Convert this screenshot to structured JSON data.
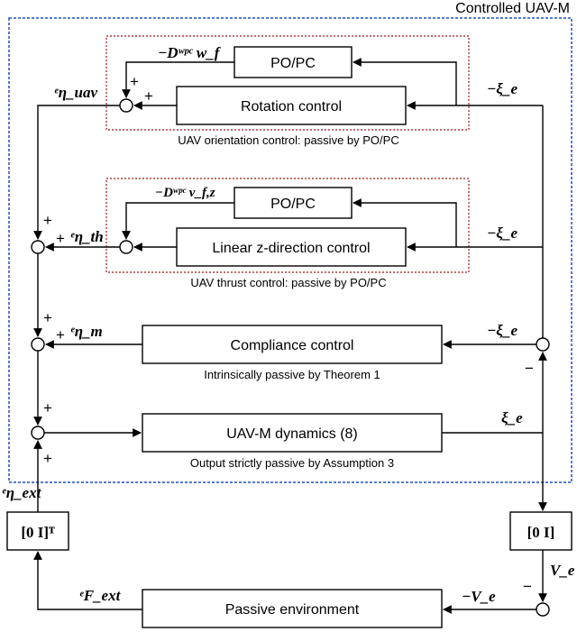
{
  "outer_title": "Controlled UAV-M",
  "colors": {
    "outer_frame": "#1f4fc4",
    "group_frame": "#a31515"
  },
  "blocks": {
    "po_pc_top": "PO/PC",
    "rotation": "Rotation control",
    "po_pc_mid": "PO/PC",
    "linear_z": "Linear z-direction control",
    "compliance": "Compliance control",
    "dynamics": "UAV-M dynamics (8)",
    "transpose_left": "[0  I]ᵀ",
    "selector_right": "[0  I]",
    "environment": "Passive environment"
  },
  "captions": {
    "orientation": "UAV orientation control: passive by PO/PC",
    "thrust": "UAV thrust control: passive by PO/PC",
    "compliance": "Intrinsically passive by Theorem 1",
    "dynamics": "Output strictly passive by Assumption 3"
  },
  "signals": {
    "dw_wf": "−Dʷᵖᶜ w_f",
    "dw_vfz": "−Dʷᵖᶜ v_f,z",
    "eta_uav": "ᵉη_uav",
    "eta_th": "ᵉη_th",
    "eta_m": "ᵉη_m",
    "eta_ext": "ᵉη_ext",
    "neg_xi_1": "−ξ_e",
    "neg_xi_2": "−ξ_e",
    "neg_xi_3": "−ξ_e",
    "xi": "ξ_e",
    "v_e": "V_e",
    "neg_v_e": "−V_e",
    "f_ext": "ᵉF_ext"
  },
  "signs": {
    "plus": "+",
    "minus": "−"
  }
}
